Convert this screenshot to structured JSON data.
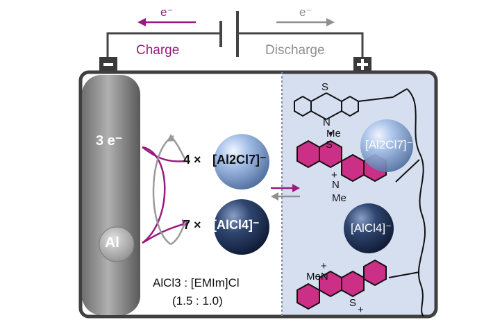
{
  "circuit": {
    "electron_charge": "e⁻",
    "electron_discharge": "e⁻",
    "charge_label": "Charge",
    "discharge_label": "Discharge",
    "negative_terminal": "−",
    "positive_terminal": "+"
  },
  "anode": {
    "electrons": "3 e⁻",
    "metal": "Al"
  },
  "electrolyte": {
    "species": [
      {
        "coefficient": "4 ×",
        "formula": "[Al2Cl7]⁻"
      },
      {
        "coefficient": "7 ×",
        "formula": "[AlCl4]⁻"
      }
    ],
    "ratio_line1": "AlCl3 : [EMIm]Cl",
    "ratio_line2": "(1.5 : 1.0)"
  },
  "cathode": {
    "atom_S": "S",
    "atom_N": "N",
    "methyl": "Me",
    "cation_S": "S",
    "cation_N": "N",
    "cation_methyl": "Me",
    "anion_a": "[Al2Cl7]⁻",
    "anion_b": "[AlCl4]⁻",
    "bottom_MeN": "MeN",
    "bottom_S": "S",
    "plus": "+",
    "radical_dot": "•"
  },
  "colors": {
    "charge": "#9a1a7f",
    "discharge": "#8f8f8f",
    "cathode_bg": "#d6dff0",
    "oxidized_ring": "#cc2f86"
  }
}
